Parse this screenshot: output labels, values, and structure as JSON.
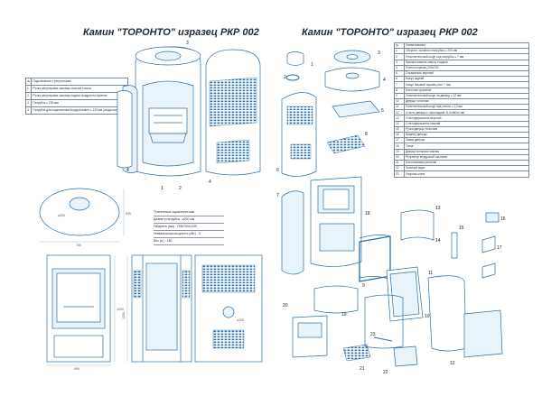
{
  "titles": {
    "left": "Камин \"ТОРОНТО\" изразец РКР 002",
    "right": "Камин \"ТОРОНТО\" изразец РКР 002"
  },
  "legend": {
    "header_no": "№",
    "header_name": "Подключение к регуляторам",
    "rows": [
      {
        "no": "1",
        "name": "Ручка регулировки системы очистки стекла"
      },
      {
        "no": "2",
        "name": "Ручка регулировки системы подачи воздуха на горение"
      },
      {
        "no": "3",
        "name": "Патрубок ⌀ 200 мм"
      },
      {
        "no": "4",
        "name": "Патрубок для подключения воздуха извне ⌀ 125 мм (сзади или снизу)"
      }
    ]
  },
  "specs": {
    "title": "Технические характеристики",
    "rows": [
      "Диаметр патрубка - ⌀200 мм",
      "Габариты (мм) - 788х750х1200",
      "Номинальная мощность (кВт) - 9",
      "Вес (кг) - 180"
    ]
  },
  "dimensions": {
    "oval_width": "750",
    "oval_depth": "535",
    "pipe_dia": "⌀200",
    "front_width": "596",
    "front_height": "1200",
    "side_height": "1200",
    "pipe_back": "⌀125"
  },
  "parts": {
    "header_no": "№",
    "header_name": "Наименование",
    "rows": [
      {
        "no": "1",
        "name": "Сборочн. съемного патрубка ⌀ 200 мм"
      },
      {
        "no": "2",
        "name": "Уплотнительный шнур под патрубок ⌀ 7 мм"
      },
      {
        "no": "3",
        "name": "Крышка камина сверху гладкая"
      },
      {
        "no": "4",
        "name": "Плитка изразец 240х230"
      },
      {
        "no": "5",
        "name": "Отражатель верхний"
      },
      {
        "no": "6",
        "name": "Кожух задний"
      },
      {
        "no": "7",
        "name": "Кожух боковой изразец 4шт + 4шт"
      },
      {
        "no": "8",
        "name": "Колосник чугунный"
      },
      {
        "no": "9",
        "name": "Уплотнительный шнур на дверцу ⌀ 12 мм"
      },
      {
        "no": "10",
        "name": "Дверца топочная"
      },
      {
        "no": "11",
        "name": "Уплотнительный шнур под стекло ⌀ 12 мм"
      },
      {
        "no": "12",
        "name": "Стекло дверцы с прокладкой 412х460х4 мм"
      },
      {
        "no": "13",
        "name": "Стеклодержатель верхний"
      },
      {
        "no": "14",
        "name": "Стеклодержатель нижний"
      },
      {
        "no": "15",
        "name": "Ручка дверцы топочная"
      },
      {
        "no": "16",
        "name": "Шарнир дверцы"
      },
      {
        "no": "17",
        "name": "Замок дверцы"
      },
      {
        "no": "18",
        "name": "Топка"
      },
      {
        "no": "19",
        "name": "Дверца зольника нижняя"
      },
      {
        "no": "20",
        "name": "Регулятор воздушной заслонки"
      },
      {
        "no": "21",
        "name": "Колосниковая решетка"
      },
      {
        "no": "22",
        "name": "Зольный ящик"
      },
      {
        "no": "23",
        "name": "Упорная шина"
      }
    ]
  },
  "callouts": {
    "left": [
      "1",
      "2",
      "3",
      "4",
      "2",
      "1",
      "4"
    ],
    "right": [
      "1",
      "2",
      "3",
      "4",
      "5",
      "6",
      "7",
      "8",
      "9",
      "10",
      "11",
      "12",
      "13",
      "14",
      "15",
      "16",
      "17",
      "18",
      "19",
      "20",
      "21",
      "22",
      "23"
    ]
  },
  "colors": {
    "stroke": "#2a6fa8",
    "stroke_light": "#7fb0d8",
    "fill_light": "#e9f3fb",
    "ink": "#1e2a36"
  }
}
